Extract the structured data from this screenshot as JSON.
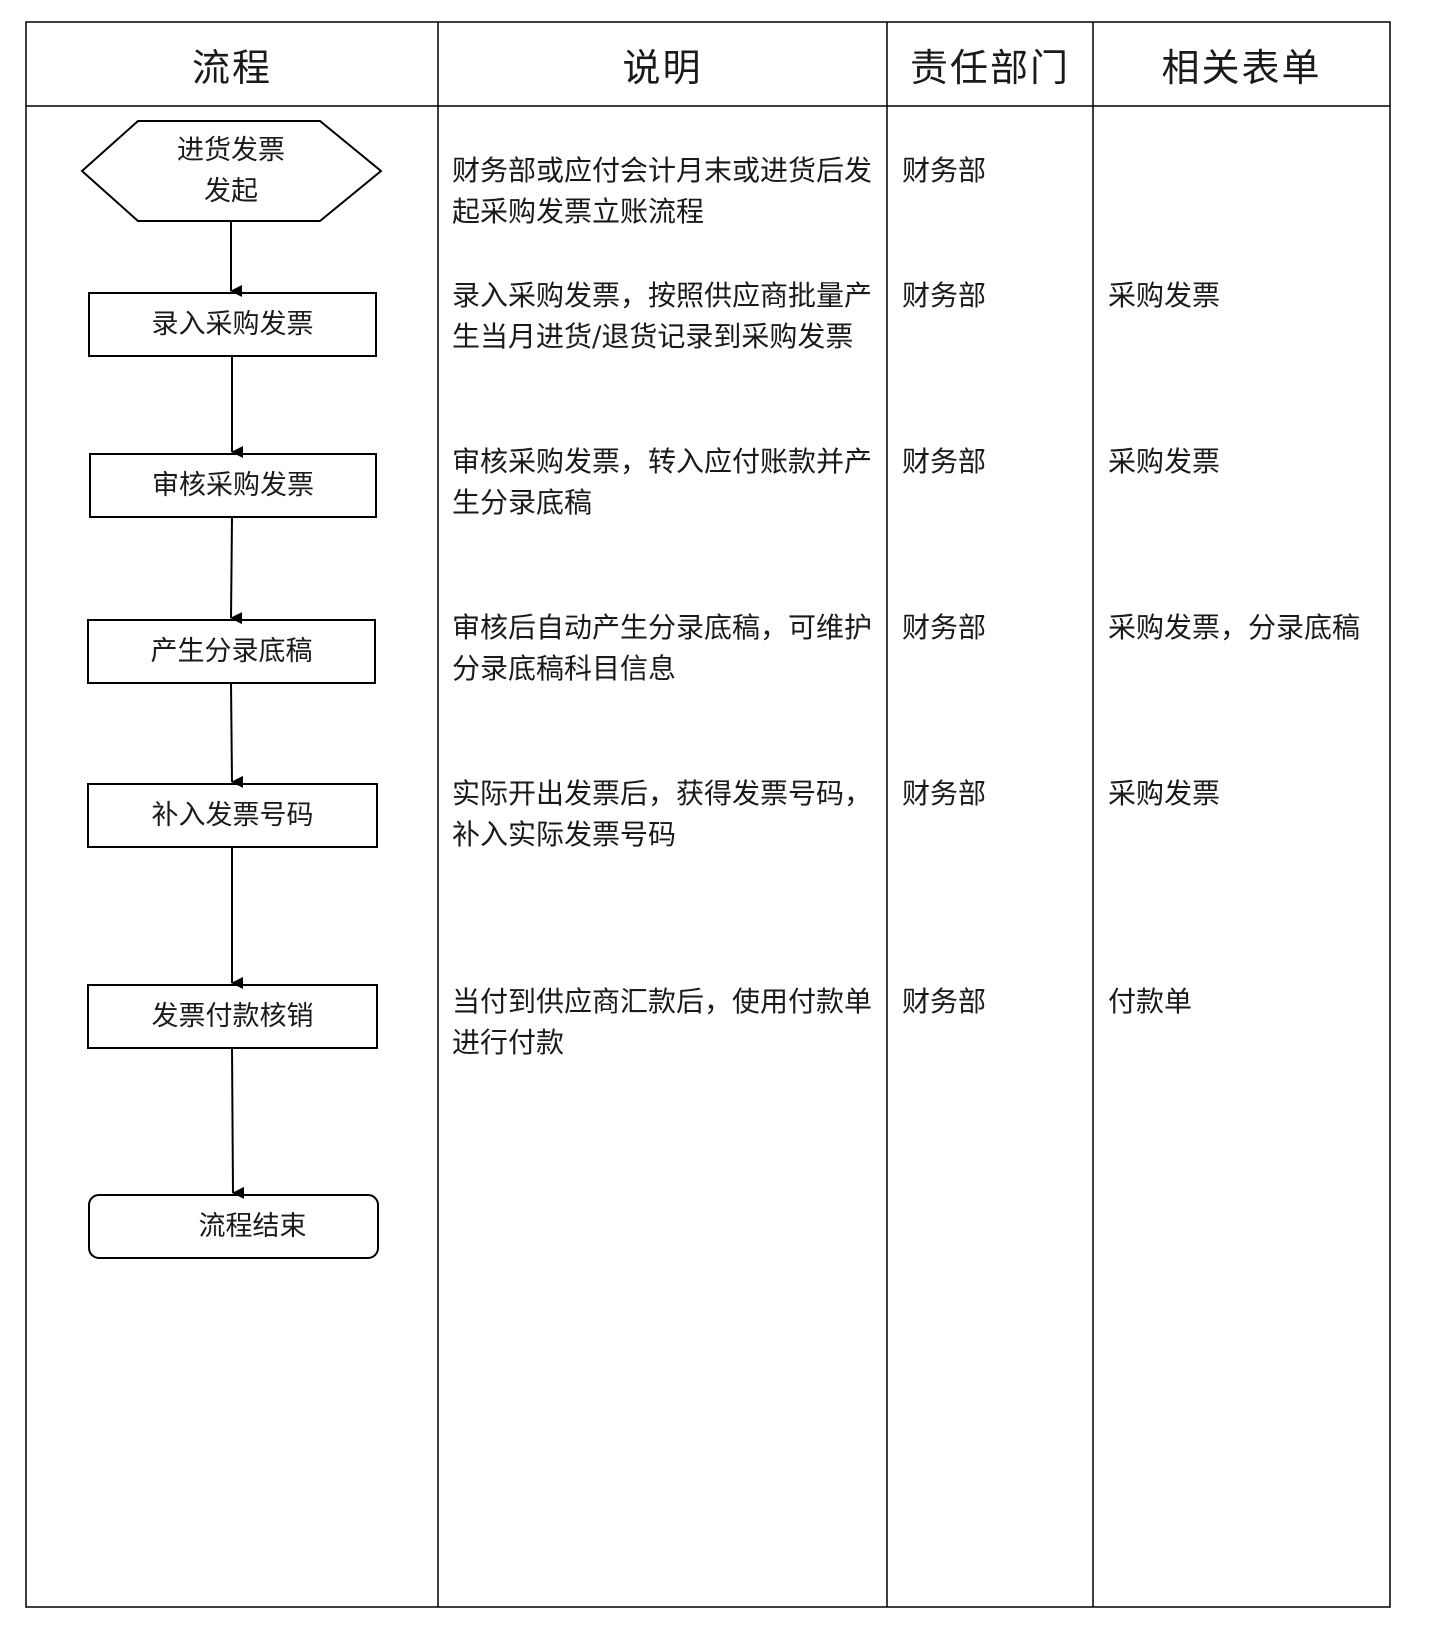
{
  "header": {
    "flow": "流程",
    "description": "说明",
    "department": "责任部门",
    "forms": "相关表单"
  },
  "steps": [
    {
      "shape": "hexagon",
      "label_line1": "进货发票",
      "label_line2": "发起",
      "description": "财务部或应付会计月末或进货后发起采购发票立账流程",
      "department": "财务部",
      "form": ""
    },
    {
      "shape": "rectangle",
      "label": "录入采购发票",
      "description": "录入采购发票，按照供应商批量产生当月进货/退货记录到采购发票",
      "department": "财务部",
      "form": "采购发票"
    },
    {
      "shape": "rectangle",
      "label": "审核采购发票",
      "description": "审核采购发票，转入应付账款并产生分录底稿",
      "department": "财务部",
      "form": "采购发票"
    },
    {
      "shape": "rectangle",
      "label": "产生分录底稿",
      "description": "审核后自动产生分录底稿，可维护分录底稿科目信息",
      "department": "财务部",
      "form": "采购发票，分录底稿"
    },
    {
      "shape": "rectangle",
      "label": "补入发票号码",
      "description": "实际开出发票后，获得发票号码，补入实际发票号码",
      "department": "财务部",
      "form": "采购发票"
    },
    {
      "shape": "rectangle",
      "label": "发票付款核销",
      "description": "当付到供应商汇款后，使用付款单进行付款",
      "department": "财务部",
      "form": "付款单"
    },
    {
      "shape": "rounded-rectangle",
      "label": "流程结束"
    }
  ]
}
